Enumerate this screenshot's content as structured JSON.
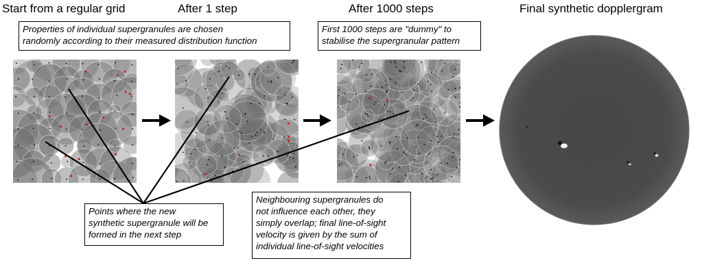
{
  "headings": {
    "start": "Start from a regular grid",
    "step1": "After 1 step",
    "step1000": "After 1000 steps",
    "final": "Final synthetic dopplergram"
  },
  "notes": {
    "properties_line1": "Properties of individual supergranules are chosen",
    "properties_line2": "randomly according to their measured distribution function",
    "dummy_line1": "First 1000 steps are \"dummy\" to",
    "dummy_line2": "stabilise the supergranular pattern",
    "points_line1": "Points where the new",
    "points_line2": "synthetic supergranule will be",
    "points_line3": "formed in the next step",
    "overlap_line1": "Neighbouring supergranules do",
    "overlap_line2": "not influence each other, they",
    "overlap_line3": "simply overlap; final line-of-sight",
    "overlap_line4": "velocity is given by the sum of",
    "overlap_line5": "individual line-of-sight velocities"
  },
  "colors": {
    "cell_fill": "#6e6e6e",
    "cell_stroke": "#ffffff",
    "marker": "#e00000",
    "disk": "#4a4a4a",
    "arrow": "#000000"
  }
}
